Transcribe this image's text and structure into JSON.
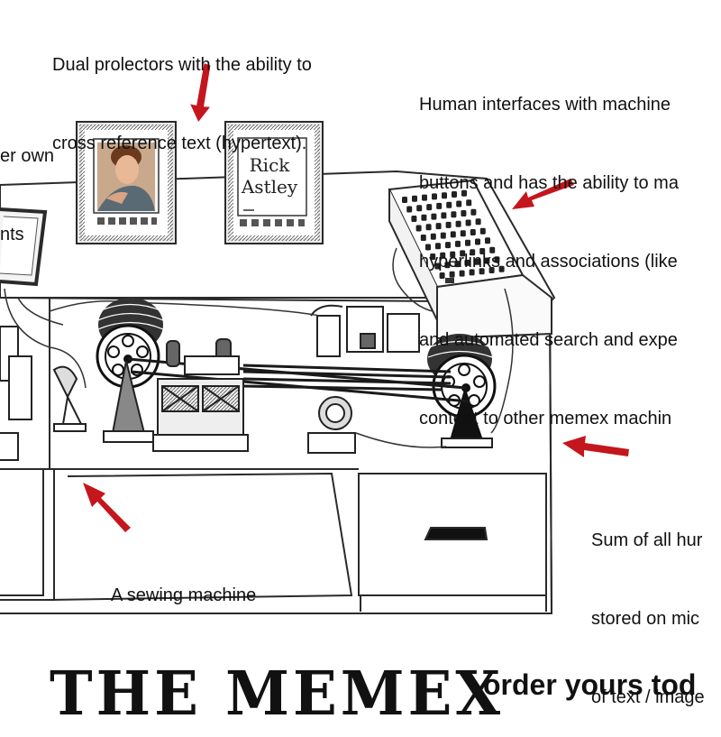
{
  "captions": {
    "projectors": [
      "Dual prolectors with the ability to",
      "cross reference text (hypertext)."
    ],
    "left": [
      "er own",
      "nts"
    ],
    "human": [
      "Human interfaces with machine",
      "buttons and has the ability to ma",
      "hyperlinks and associations (like",
      "and automated search and expe",
      "content to other memex machin"
    ],
    "sewing": [
      "A sewing machine"
    ],
    "sum": [
      "Sum of all hur",
      "stored on mic",
      "of text / image"
    ]
  },
  "screen_text": [
    "Rick",
    "Astley"
  ],
  "title": {
    "main": "THE MEMEX",
    "tagline": "order yours tod"
  },
  "colors": {
    "arrow": "#c4161c",
    "ink": "#111111",
    "line": "#2a2a2a"
  }
}
